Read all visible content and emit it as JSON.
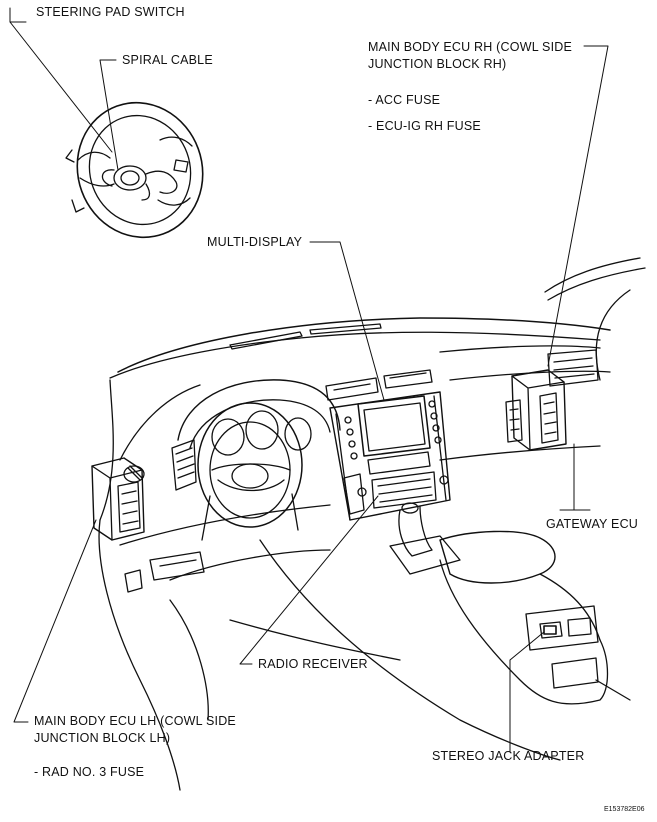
{
  "diagram": {
    "labels": {
      "steering_pad_switch": "STEERING PAD SWITCH",
      "spiral_cable": "SPIRAL CABLE",
      "main_body_ecu_rh_1": "MAIN BODY ECU RH (COWL SIDE",
      "main_body_ecu_rh_2": "JUNCTION BLOCK RH)",
      "acc_fuse": "- ACC FUSE",
      "ecu_ig_rh_fuse": "- ECU-IG RH FUSE",
      "multi_display": "MULTI-DISPLAY",
      "gateway_ecu": "GATEWAY ECU",
      "radio_receiver": "RADIO RECEIVER",
      "main_body_ecu_lh_1": "MAIN BODY ECU LH (COWL SIDE",
      "main_body_ecu_lh_2": "JUNCTION BLOCK LH)",
      "rad_no3_fuse": "- RAD NO. 3 FUSE",
      "stereo_jack_adapter": "STEREO JACK ADAPTER",
      "figure_code": "E153782E06"
    }
  }
}
